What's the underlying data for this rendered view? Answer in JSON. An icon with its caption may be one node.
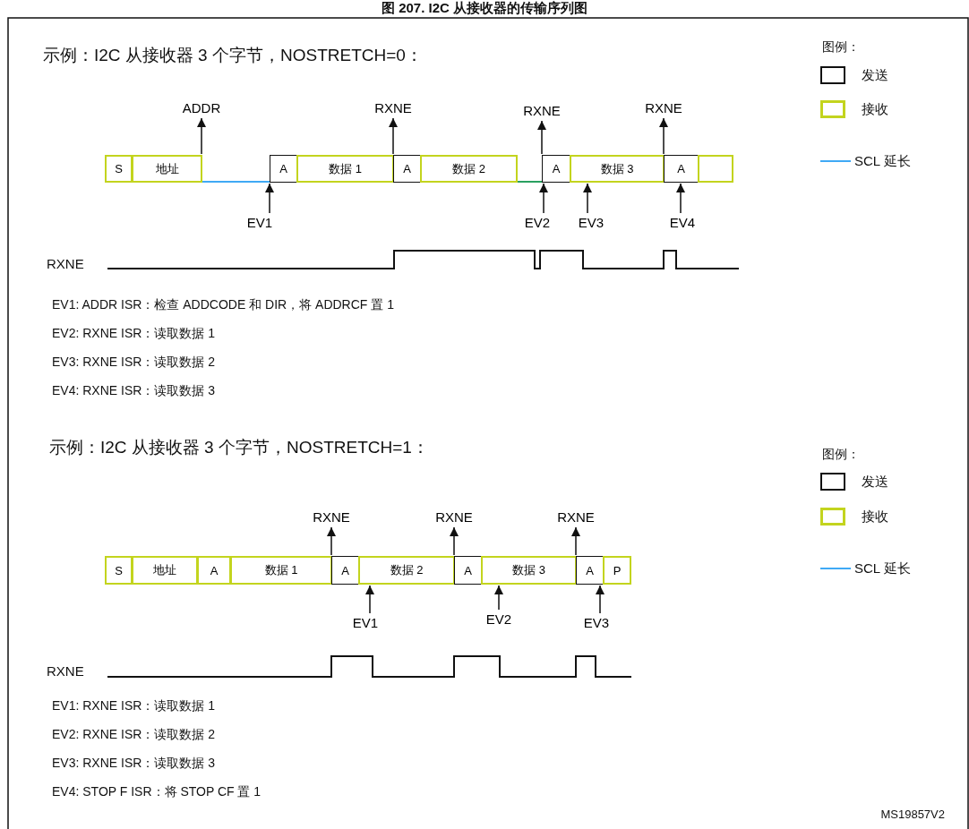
{
  "diagram": {
    "title": "图 207. I2C 从接收器的传输序列图",
    "nodes": [
      {
        "text": [
          "S"
        ]
      },
      {
        "text": [
          "地址"
        ]
      },
      {
        "text": [
          "A"
        ]
      },
      {
        "text": [
          "数据 1"
        ]
      },
      {
        "text": [
          "A"
        ]
      },
      {
        "text": [
          "数据 2"
        ]
      },
      {
        "text": [
          "A"
        ]
      },
      {
        "text": [
          "数据 3"
        ]
      },
      {
        "text": [
          "A"
        ]
      },
      {
        "text": [],
        "shape": "box"
      },
      {
        "text": [
          "ADDR"
        ]
      },
      {
        "text": [
          "RXNE"
        ]
      },
      {
        "text": [
          "RXNE"
        ]
      },
      {
        "text": [
          "RXNE"
        ]
      },
      {
        "text": [
          "EV1"
        ]
      },
      {
        "text": [
          "EV2"
        ]
      },
      {
        "text": [
          "EV3"
        ]
      },
      {
        "text": [
          "EV4"
        ]
      },
      {
        "text": [
          "S"
        ]
      },
      {
        "text": [
          "地址"
        ]
      },
      {
        "text": [
          "A"
        ]
      },
      {
        "text": [
          "数据 1"
        ]
      },
      {
        "text": [
          "A"
        ]
      },
      {
        "text": [
          "数据 2"
        ]
      },
      {
        "text": [
          "A"
        ]
      },
      {
        "text": [
          "数据 3"
        ]
      },
      {
        "text": [
          "A"
        ]
      },
      {
        "text": [
          "P"
        ]
      },
      {
        "text": [
          "RXNE"
        ]
      },
      {
        "text": [
          "RXNE"
        ]
      },
      {
        "text": [
          "RXNE"
        ]
      },
      {
        "text": [
          "EV1"
        ]
      },
      {
        "text": [
          "EV2"
        ]
      },
      {
        "text": [
          "EV3"
        ]
      }
    ],
    "edges": [
      {
        "from": 1,
        "to": 10,
        "arrow": "to"
      },
      {
        "from": 4,
        "to": 11,
        "arrow": "to"
      },
      {
        "from": 6,
        "to": 12,
        "arrow": "to"
      },
      {
        "from": 8,
        "to": 13,
        "arrow": "to"
      },
      {
        "from": 14,
        "to": 2,
        "arrow": "to"
      },
      {
        "from": 15,
        "to": 6,
        "arrow": "to"
      },
      {
        "from": 16,
        "to": 7,
        "arrow": "to"
      },
      {
        "from": 17,
        "to": 8,
        "arrow": "to"
      },
      {
        "from": 22,
        "to": 28,
        "arrow": "to"
      },
      {
        "from": 24,
        "to": 29,
        "arrow": "to"
      },
      {
        "from": 26,
        "to": 30,
        "arrow": "to"
      },
      {
        "from": 31,
        "to": 23,
        "arrow": "to"
      },
      {
        "from": 32,
        "to": 25,
        "arrow": "to"
      },
      {
        "from": 33,
        "to": 26,
        "arrow": "to"
      },
      {
        "from": 1,
        "to": 2,
        "arrow": "none",
        "color": "#3fa9f5"
      },
      {
        "from": 5,
        "to": 6,
        "arrow": "none",
        "color": "#2aa060"
      }
    ],
    "labels": [
      "示例：I2C 从接收器 3 个字节，NOSTRETCH=0：",
      "图例：",
      "RXNE",
      "EV1: ADDR ISR：检查 ADDCODE 和 DIR，将 ADDRCF 置 1",
      "EV2: RXNE ISR：读取数据 1",
      "EV3: RXNE ISR：读取数据 2",
      "EV4: RXNE ISR：读取数据 3",
      "示例：I2C 从接收器 3 个字节，NOSTRETCH=1：",
      "图例：",
      "RXNE",
      "EV1: RXNE ISR：读取数据 1",
      "EV2: RXNE ISR：读取数据 2",
      "EV3: RXNE ISR：读取数据 3",
      "EV4: STOP F ISR：将 STOP CF 置 1",
      "MS19857V2"
    ],
    "legend": [
      {
        "text": "发送"
      },
      {
        "text": "接收"
      },
      {
        "text": "SCL 延长"
      },
      {
        "text": "发送"
      },
      {
        "text": "接收"
      },
      {
        "text": "SCL 延长"
      }
    ]
  }
}
